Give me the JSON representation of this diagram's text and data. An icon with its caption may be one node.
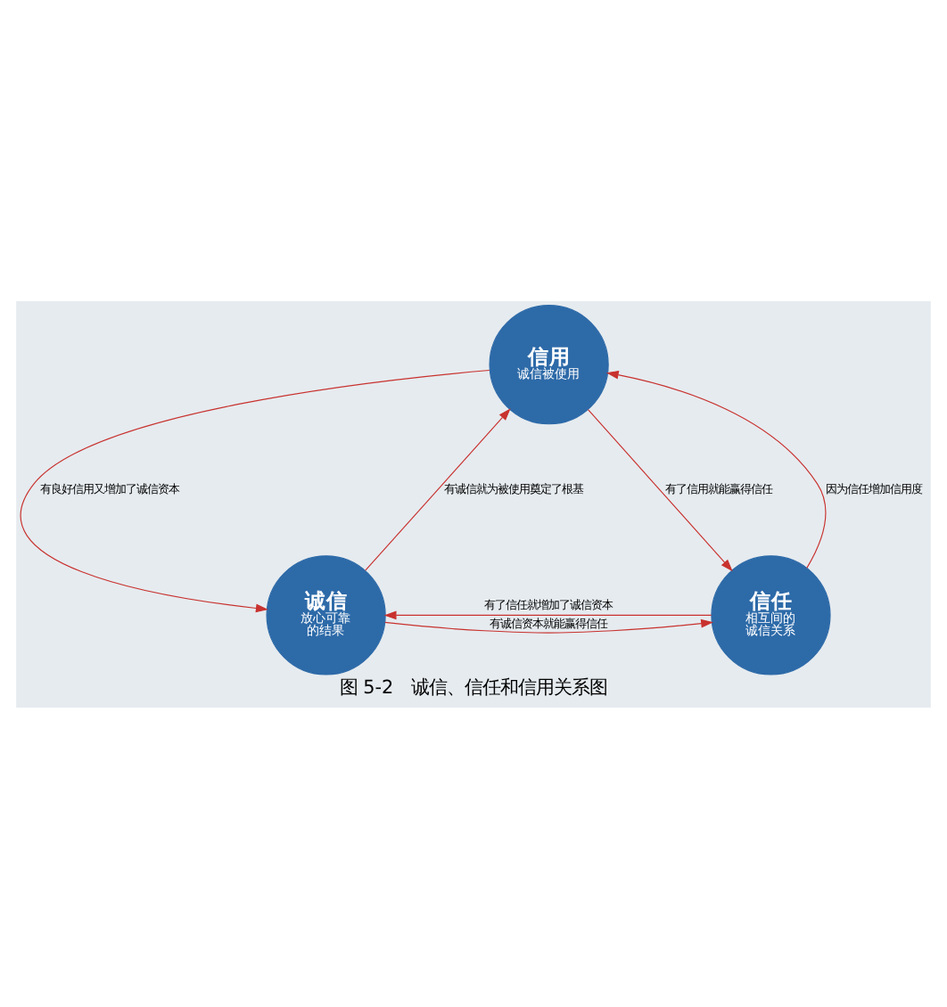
{
  "diagram": {
    "caption": "图 5-2　诚信、信任和信用关系图",
    "nodes": [
      {
        "text": [
          "信用",
          "诚信被使用"
        ]
      },
      {
        "text": [
          "诚信",
          "放心可靠的结果"
        ]
      },
      {
        "text": [
          "信任",
          "相互间的诚信关系"
        ]
      }
    ],
    "edges": [
      {
        "from": 0,
        "to": 1,
        "arrow": "to",
        "label": "有良好信用又增加了诚信资本"
      },
      {
        "from": 1,
        "to": 0,
        "arrow": "to",
        "label": "有诚信就为被使用奠定了根基"
      },
      {
        "from": 0,
        "to": 2,
        "arrow": "to",
        "label": "有了信用就能赢得信任"
      },
      {
        "from": 2,
        "to": 0,
        "arrow": "to",
        "label": "因为信任增加信用度"
      },
      {
        "from": 2,
        "to": 1,
        "arrow": "to",
        "label": "有了信任就增加了诚信资本"
      },
      {
        "from": 1,
        "to": 2,
        "arrow": "to",
        "label": "有诚信资本就能赢得信任"
      }
    ]
  }
}
